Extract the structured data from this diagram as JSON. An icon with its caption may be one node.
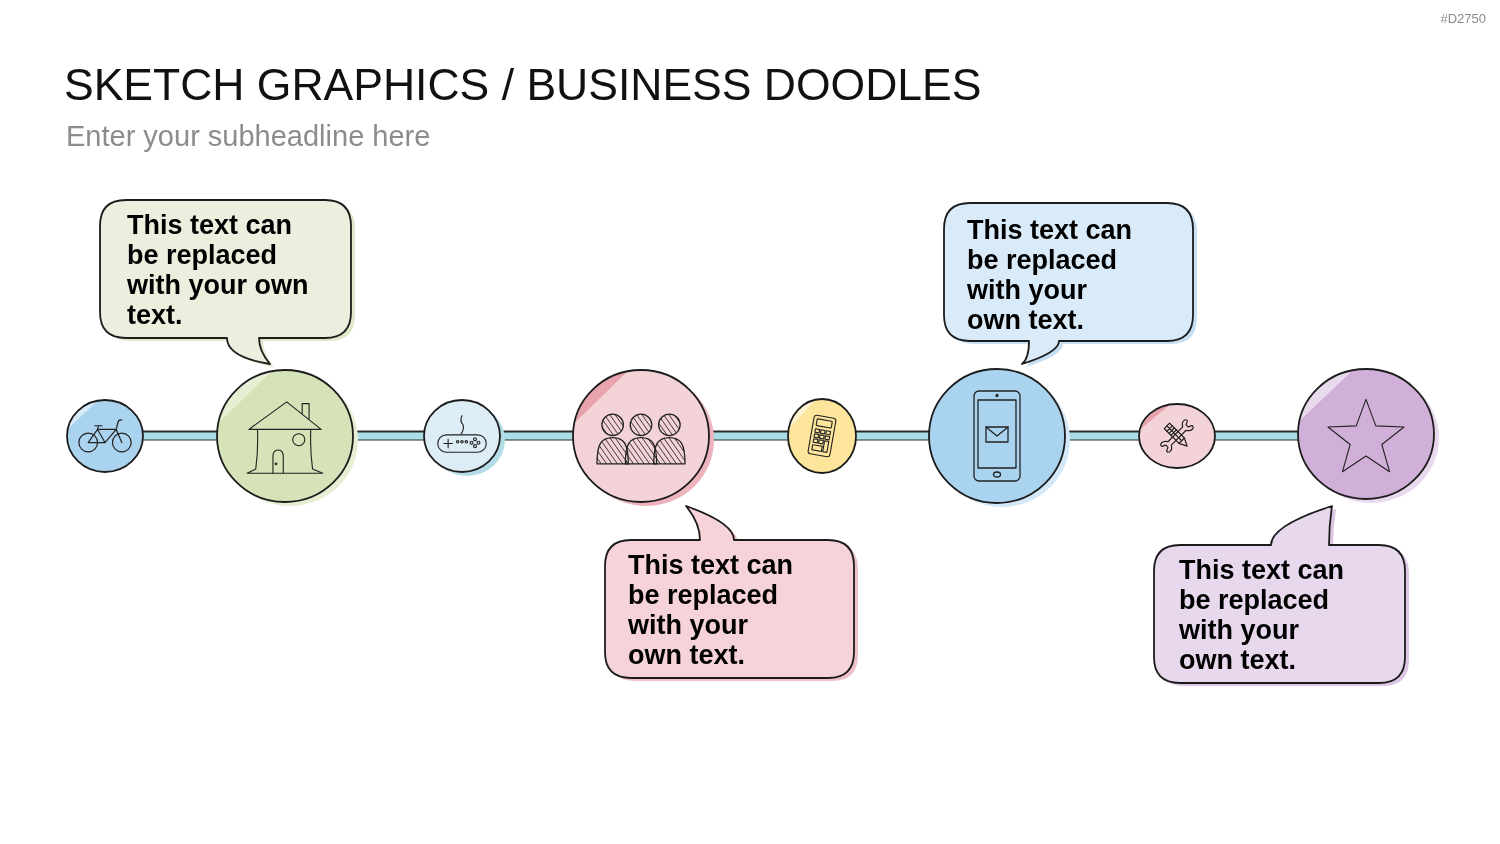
{
  "diagram": {
    "title": "SKETCH GRAPHICS / BUSINESS DOODLES",
    "nodes": [
      {
        "text": [
          "This text can be replaced with your own text."
        ]
      },
      {
        "text": [
          "This text can be replaced with your own text."
        ]
      },
      {
        "text": [],
        "shape": "circle"
      },
      {
        "text": [],
        "shape": "circle"
      },
      {
        "text": [],
        "shape": "circle"
      },
      {
        "text": [],
        "shape": "circle"
      },
      {
        "text": [],
        "shape": "circle"
      },
      {
        "text": [],
        "shape": "circle"
      },
      {
        "text": [],
        "shape": "circle"
      },
      {
        "text": [],
        "shape": "circle"
      },
      {
        "text": [
          "This text can be replaced with your own text."
        ]
      },
      {
        "text": [
          "This text can be replaced with your own text."
        ]
      }
    ],
    "edges": [
      {
        "from": 2,
        "to": 3,
        "arrow": "none"
      },
      {
        "from": 3,
        "to": 4,
        "arrow": "none"
      },
      {
        "from": 4,
        "to": 5,
        "arrow": "none"
      },
      {
        "from": 5,
        "to": 6,
        "arrow": "none"
      },
      {
        "from": 6,
        "to": 7,
        "arrow": "none"
      },
      {
        "from": 7,
        "to": 8,
        "arrow": "none"
      },
      {
        "from": 8,
        "to": 9,
        "arrow": "none"
      }
    ],
    "labels": [
      "#D2750",
      "Enter your subheadline here"
    ]
  }
}
